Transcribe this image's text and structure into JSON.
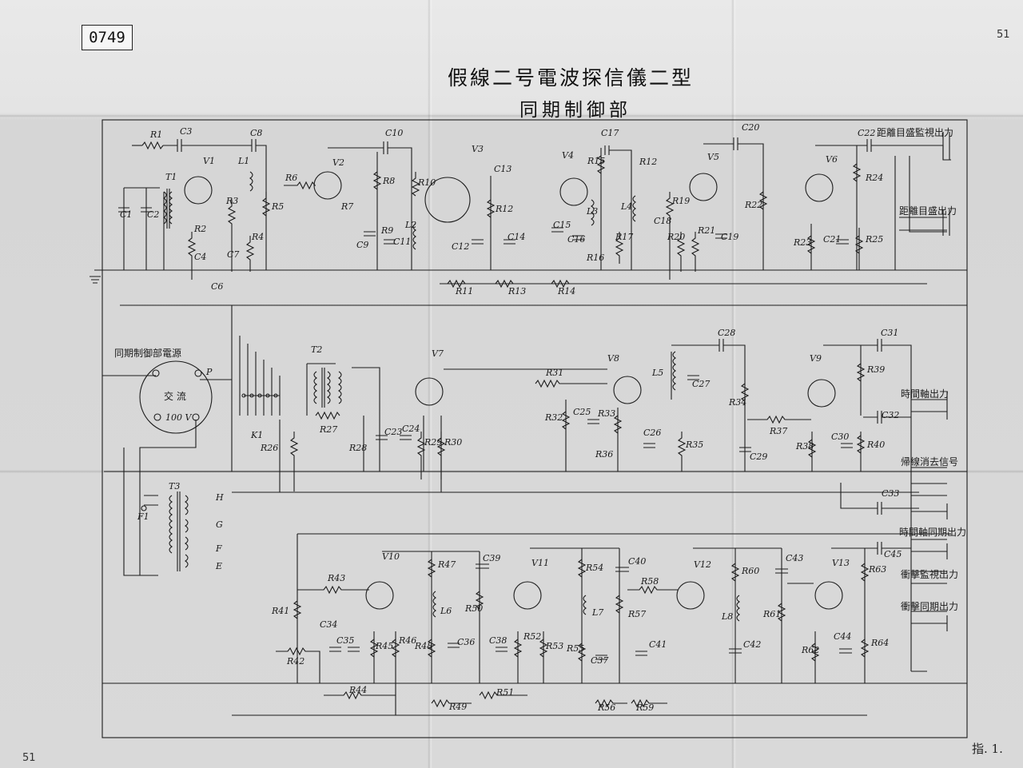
{
  "document": {
    "stamp": "0749",
    "page_number_top": "51",
    "page_number_bottom": "51",
    "title": "假線二号電波探信儀二型",
    "subtitle": "同期制御部",
    "figure_label": "指. 1."
  },
  "power_block": {
    "title": "同期制御部電源",
    "plug_text": "交 流",
    "plug_voltage": "100 V",
    "pin_p": "P"
  },
  "outputs": [
    "距離目盛監視出力",
    "距離目盛出力",
    "時間軸出力",
    "帰線消去信号",
    "時間軸同期出力",
    "衝擊監視出力",
    "衝擊同期出力"
  ],
  "tubes": [
    "V1",
    "V2",
    "V3",
    "V4",
    "V5",
    "V6",
    "V7",
    "V8",
    "V9",
    "V10",
    "V11",
    "V12",
    "V13"
  ],
  "filament_letters": [
    "H",
    "G",
    "F",
    "E"
  ],
  "component_labels": [
    "R1",
    "C3",
    "C8",
    "T1",
    "L1",
    "C1",
    "C2",
    "R2",
    "C4",
    "C7",
    "R3",
    "R4",
    "R5",
    "C6",
    "R6",
    "C10",
    "R7",
    "R8",
    "C9",
    "R9",
    "C11",
    "R10",
    "C13",
    "R12",
    "L2",
    "C12",
    "C14",
    "C17",
    "R15",
    "L3",
    "C15",
    "C16",
    "R16",
    "R12",
    "L4",
    "C18",
    "R19",
    "R17",
    "R20",
    "R21",
    "C19",
    "C20",
    "R22",
    "C22",
    "R24",
    "R23",
    "C21",
    "R25",
    "R11",
    "R13",
    "R14",
    "T2",
    "K1",
    "R26",
    "R27",
    "R28",
    "C23",
    "C24",
    "R29",
    "R30",
    "R31",
    "R32",
    "C25",
    "R33",
    "R34",
    "C28",
    "L5",
    "C27",
    "C26",
    "R35",
    "R36",
    "C29",
    "R37",
    "R38",
    "C30",
    "R40",
    "C31",
    "C32",
    "C33",
    "R39",
    "T3",
    "F1",
    "R41",
    "R42",
    "R43",
    "C34",
    "C35",
    "R45",
    "R46",
    "R44",
    "R47",
    "L6",
    "C36",
    "R48",
    "C39",
    "R50",
    "C38",
    "R52",
    "R53",
    "R51",
    "R49",
    "R54",
    "C40",
    "L7",
    "R57",
    "R55",
    "C37",
    "C41",
    "R58",
    "R60",
    "L8",
    "C42",
    "C43",
    "R61",
    "R63",
    "C45",
    "R62",
    "C44",
    "R64",
    "R56",
    "R59"
  ]
}
